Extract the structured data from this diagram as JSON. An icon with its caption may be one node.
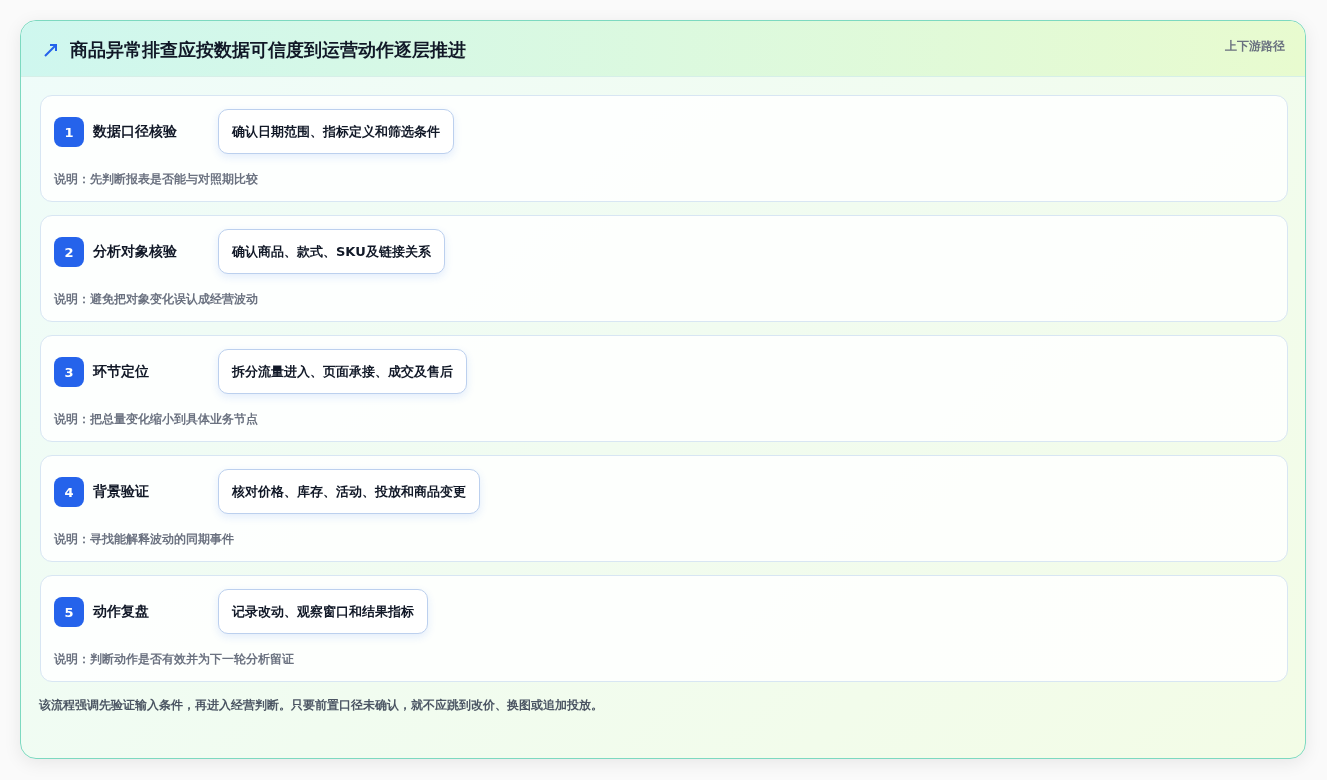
{
  "diagram": {
    "title": "商品异常排查应按数据可信度到运营动作逐层推进",
    "caption": "该流程强调先验证输入条件，再进入经营判断。只要前置口径未确认，就不应跳到改价、换图或追加投放。",
    "nodes": [
      {
        "text": [
          "数据口径核验",
          "说明：先判断报表是否能与对照期比较"
        ]
      },
      {
        "text": [
          "1"
        ],
        "in": 0
      },
      {
        "text": [
          "确认日期范围、指标定义和筛选条件"
        ],
        "in": 0
      },
      {
        "text": [
          "分析对象核验",
          "说明：避免把对象变化误认成经营波动"
        ]
      },
      {
        "text": [
          "2"
        ],
        "in": 3
      },
      {
        "text": [
          "确认商品、款式、SKU及链接关系"
        ],
        "in": 3
      },
      {
        "text": [
          "环节定位",
          "说明：把总量变化缩小到具体业务节点"
        ]
      },
      {
        "text": [
          "3"
        ],
        "in": 6
      },
      {
        "text": [
          "拆分流量进入、页面承接、成交及售后"
        ],
        "in": 6
      },
      {
        "text": [
          "背景验证",
          "说明：寻找能解释波动的同期事件"
        ]
      },
      {
        "text": [
          "4"
        ],
        "in": 9
      },
      {
        "text": [
          "核对价格、库存、活动、投放和商品变更"
        ],
        "in": 9
      },
      {
        "text": [
          "动作复盘",
          "说明：判断动作是否有效并为下一轮分析留证"
        ]
      },
      {
        "text": [
          "5"
        ],
        "in": 12
      },
      {
        "text": [
          "记录改动、观察窗口和结果指标"
        ],
        "in": 12
      }
    ],
    "edges": [],
    "labels": [
      "上下游路径"
    ]
  }
}
